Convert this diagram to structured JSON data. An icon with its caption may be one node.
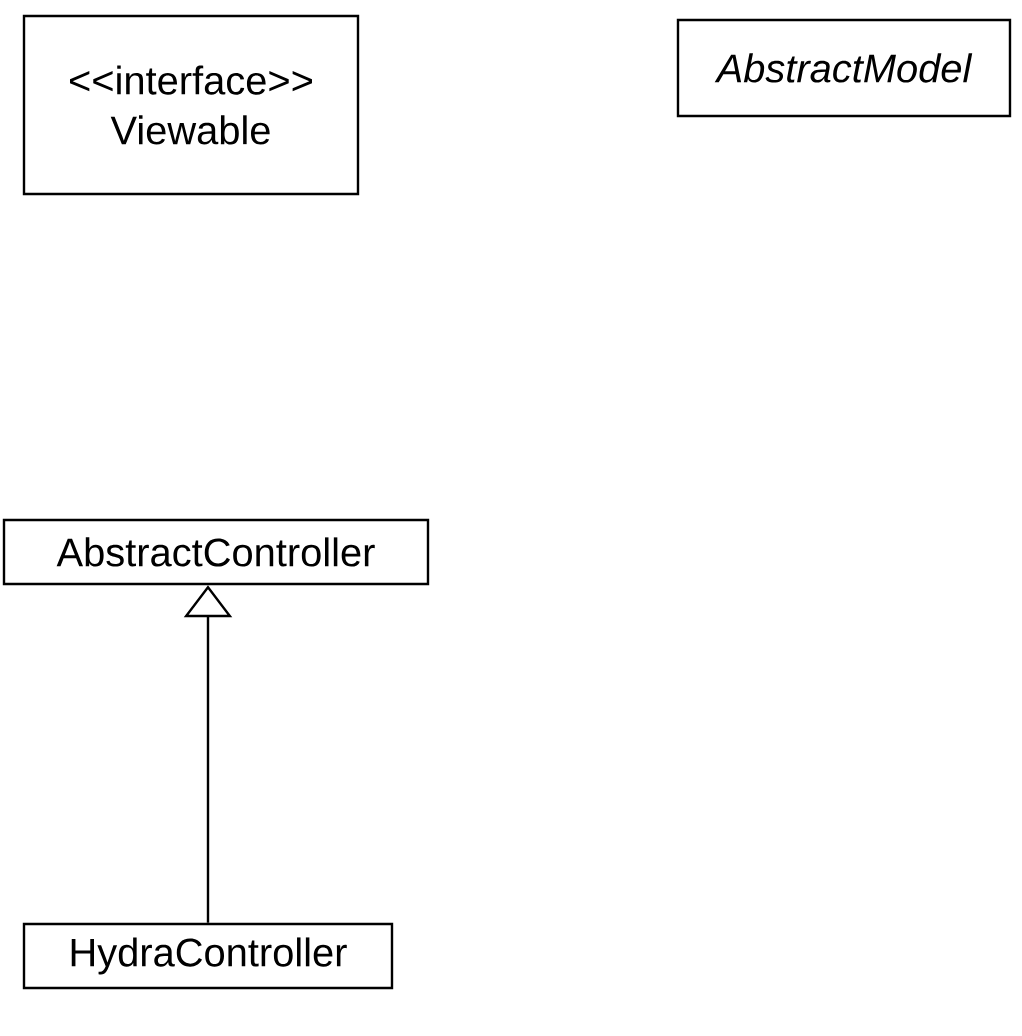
{
  "diagram": {
    "nodes": [
      {
        "text": [
          "<<interface>>",
          "Viewable"
        ]
      },
      {
        "text": [
          "AbstractModel"
        ]
      },
      {
        "text": [
          "AbstractController"
        ]
      },
      {
        "text": [
          "HydraController"
        ]
      }
    ],
    "edges": [
      {
        "from": 3,
        "to": 2,
        "arrow": "to"
      }
    ]
  }
}
